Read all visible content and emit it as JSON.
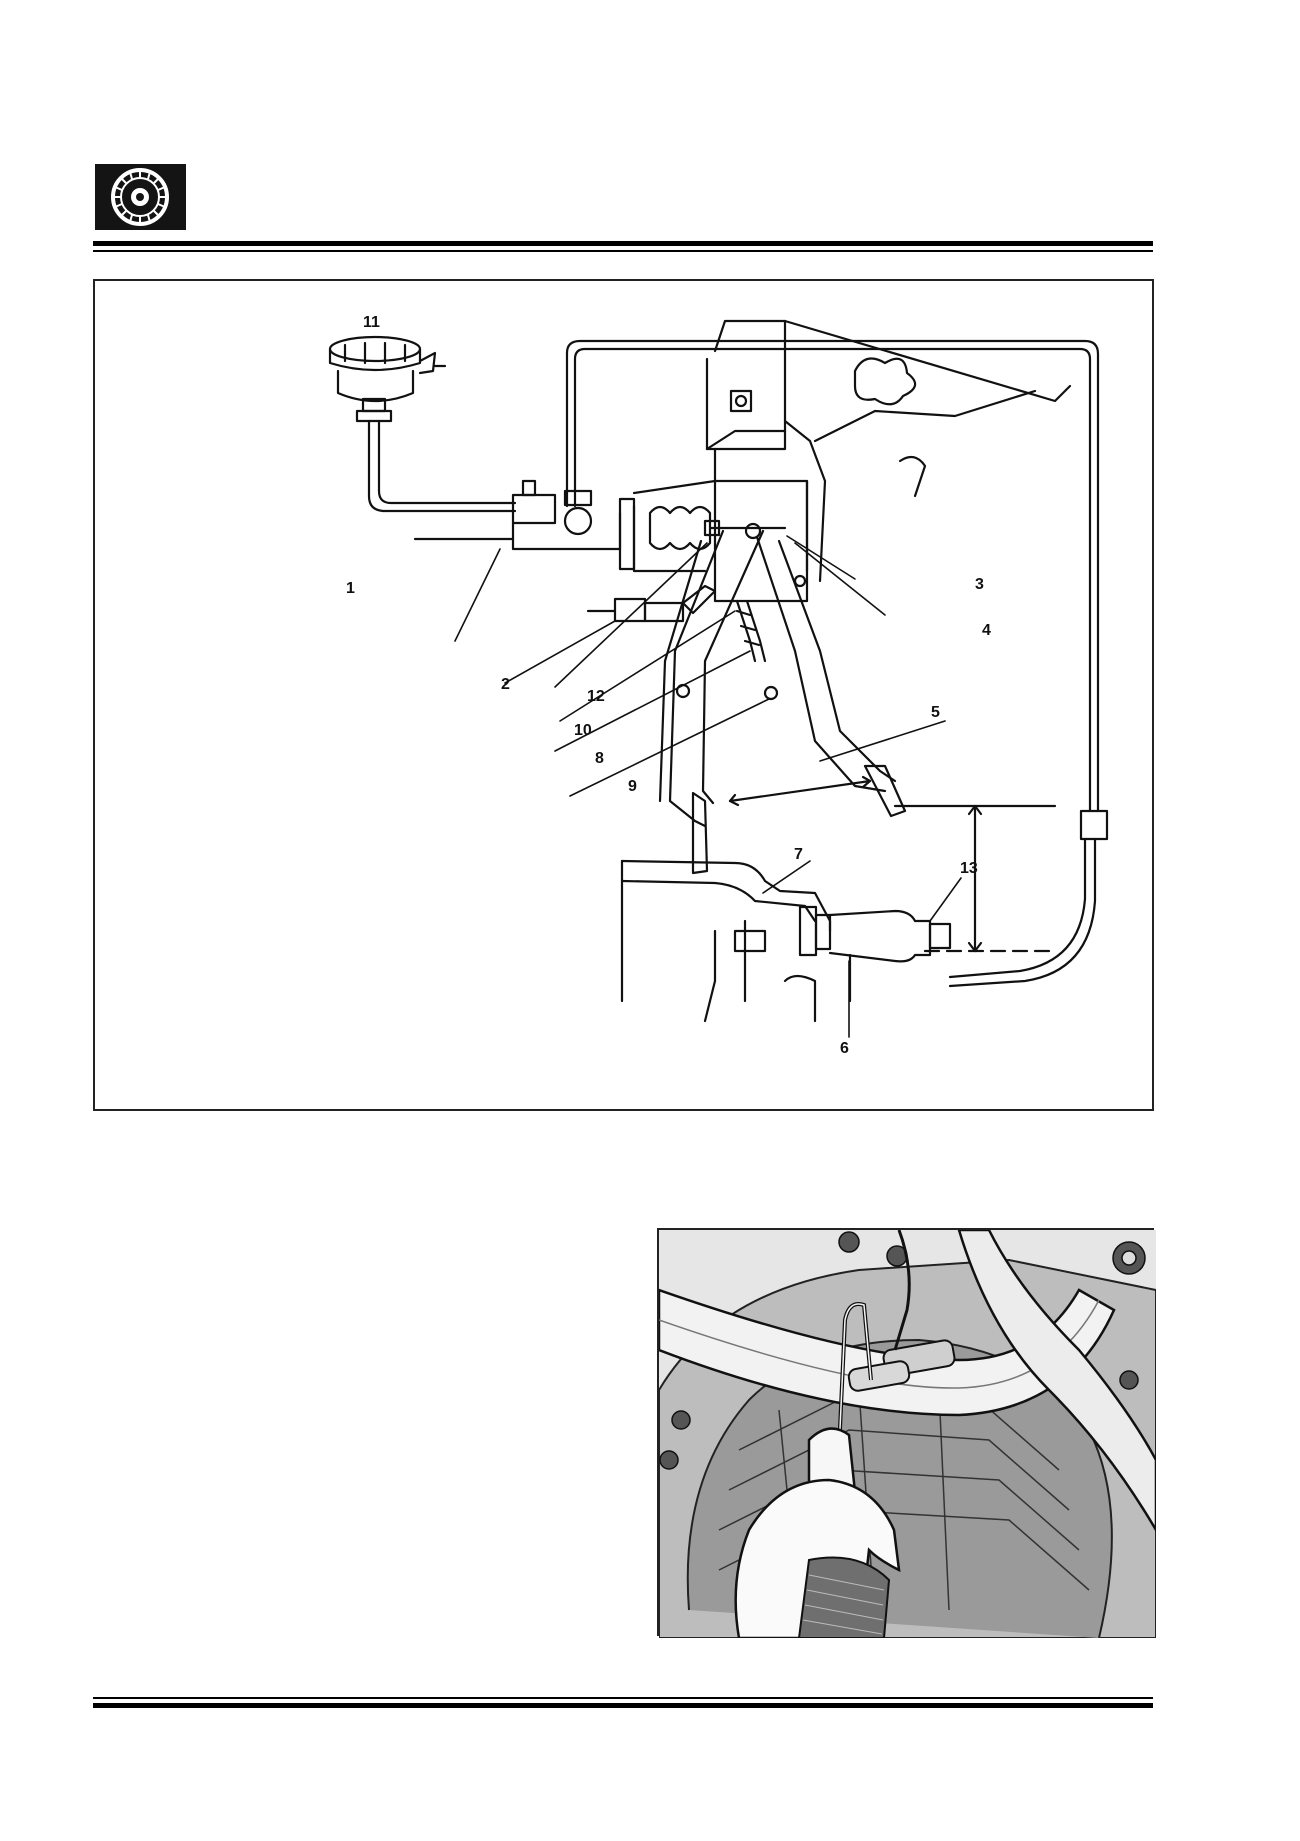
{
  "header": {
    "logo_icon": "clutch-disc-icon"
  },
  "figure1": {
    "callouts": [
      "1",
      "2",
      "3",
      "4",
      "5",
      "6",
      "7",
      "8",
      "9",
      "10",
      "11",
      "12",
      "13"
    ]
  },
  "figure2": {
    "subject": "photo-underbody-clutch-slave-cylinder"
  }
}
